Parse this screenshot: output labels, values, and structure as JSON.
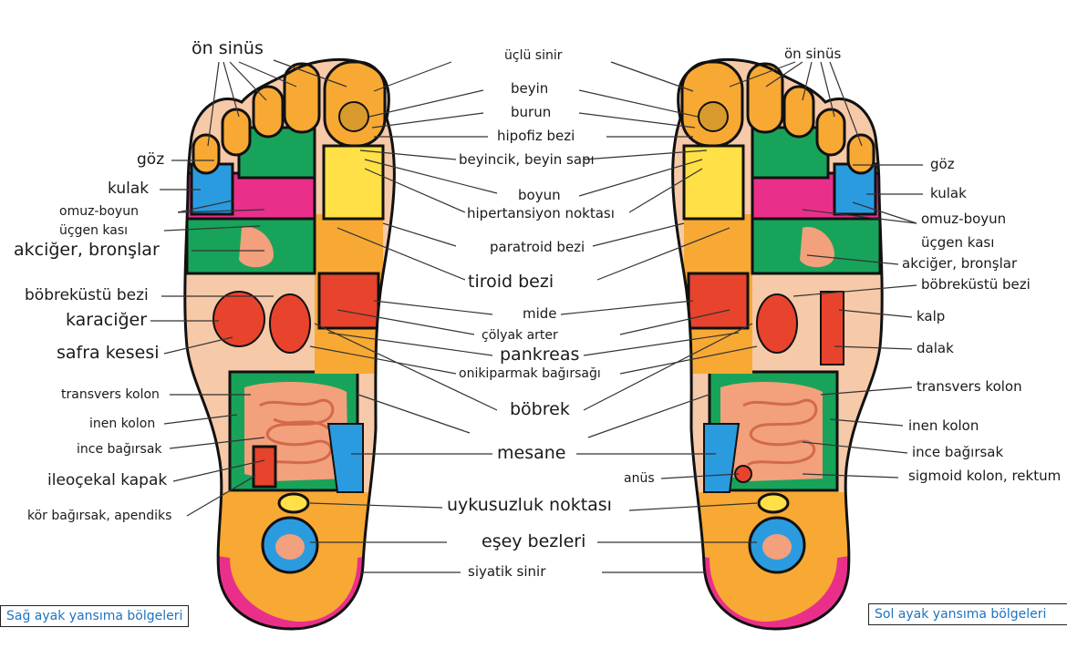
{
  "captions": {
    "right_foot": "Sağ ayak yansıma bölgeleri",
    "left_foot": "Sol ayak yansıma bölgeleri"
  },
  "center": {
    "ucl_sinir": "üçlü sinir",
    "beyin": "beyin",
    "burun": "burun",
    "hipofiz": "hipofiz bezi",
    "beyincik": "beyincik, beyin sapı",
    "boyun": "boyun",
    "hipertansiyon": "hipertansiyon noktası",
    "paratroid": "paratroid bezi",
    "tiroid": "tiroid bezi",
    "mide": "mide",
    "colyak": "çölyak arter",
    "pankreas": "pankreas",
    "onikiparmak": "onikiparmak bağırsağı",
    "bobrek": "böbrek",
    "mesane": "mesane",
    "uykusuzluk": "uykusuzluk noktası",
    "esey": "eşey bezleri",
    "siyatik": "siyatik sinir"
  },
  "right_foot": {
    "on_sinus": "ön sinüs",
    "goz": "göz",
    "kulak": "kulak",
    "omuz": "omuz-boyun",
    "ucgen": "üçgen kası",
    "akciger": "akciğer, bronşlar",
    "bobrekustu": "böbreküstü bezi",
    "karaciger": "karaciğer",
    "safra": "safra kesesi",
    "transvers": "transvers kolon",
    "inen": "inen kolon",
    "ince": "ince bağırsak",
    "ileocekal": "ileoçekal kapak",
    "kor": "kör bağırsak, apendiks"
  },
  "left_foot": {
    "on_sinus": "ön sinüs",
    "goz": "göz",
    "kulak": "kulak",
    "omuz": "omuz-boyun",
    "ucgen": "üçgen kası",
    "akciger": "akciğer, bronşlar",
    "bobrekustu": "böbreküstü bezi",
    "kalp": "kalp",
    "dalak": "dalak",
    "transvers": "transvers kolon",
    "inen": "inen kolon",
    "ince": "ince bağırsak",
    "anus": "anüs",
    "sigmoid": "sigmoid kolon, rektum"
  },
  "colors": {
    "skin": "#f6c9a8",
    "orange": "#f7a934",
    "yellow": "#ffe046",
    "green": "#18a35a",
    "pink": "#ea2f8b",
    "blue": "#2b9be0",
    "red": "#e8432d",
    "light_orange": "#ffc266",
    "outline": "#111111"
  }
}
